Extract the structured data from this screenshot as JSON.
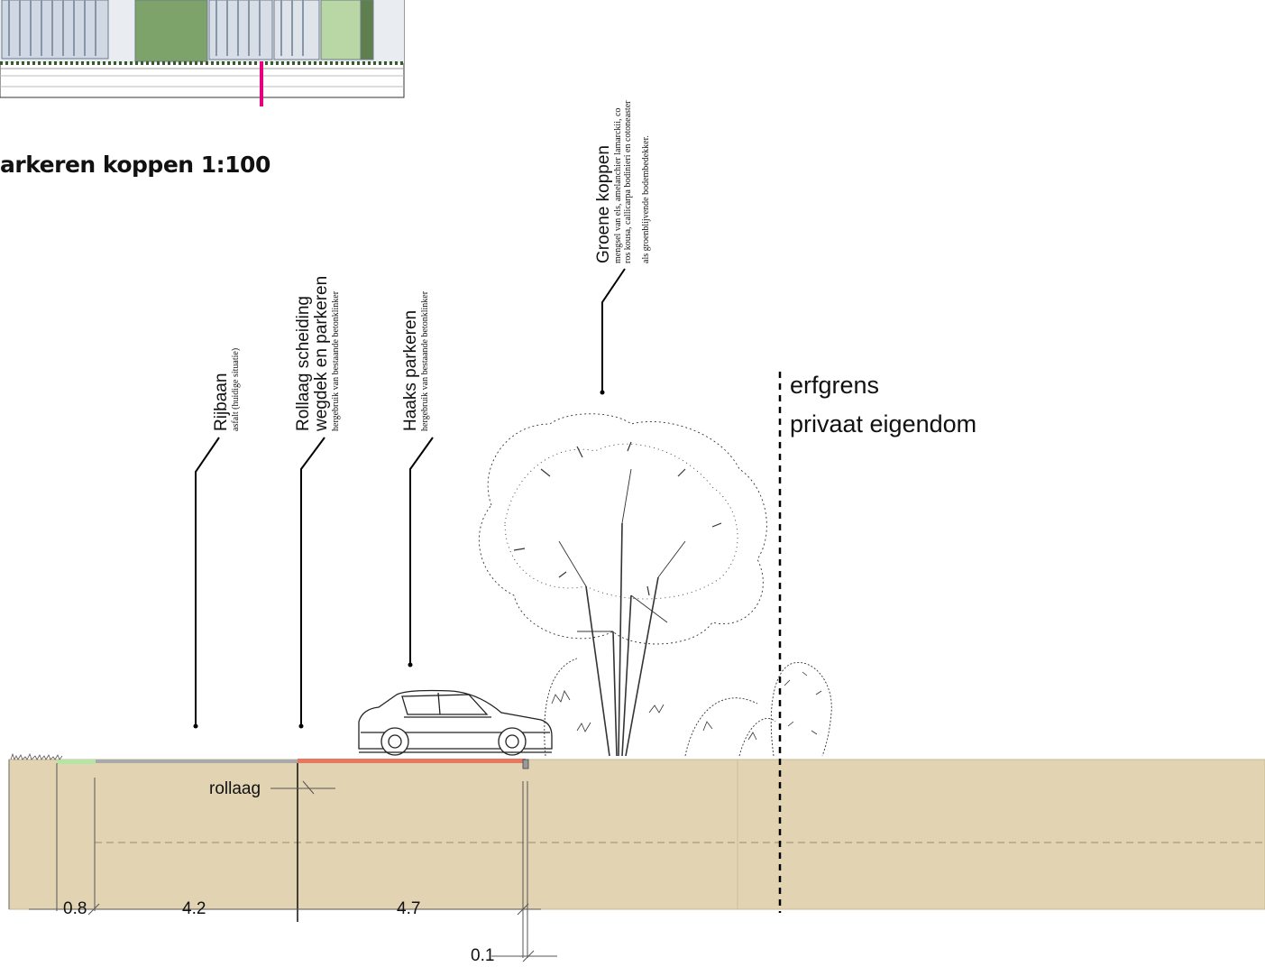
{
  "title": "arkeren koppen 1:100",
  "labels": {
    "rijbaan": {
      "main": "Rijbaan",
      "sub": "asfalt (huidige situatie)"
    },
    "rollaag": {
      "main1": "Rollaag scheiding",
      "main2": "wegdek en parkeren",
      "sub": "hergebruik van bestaande betonklinker"
    },
    "haaks": {
      "main": "Haaks parkeren",
      "sub": "hergebruik van bestaande betonklinker"
    },
    "groene": {
      "main": "Groene koppen",
      "sub1": "mengsel van els, amelanchier lamarckii, co",
      "sub2": "ros kousa, callicarpa bodinieri en cotoneaster",
      "sub3": "als groenblijvende bodembedekker."
    }
  },
  "erfgrens": "erfgrens",
  "privaat": "privaat eigendom",
  "rollaag_label": "rollaag",
  "dimensions": {
    "d1": "0.8",
    "d2": "4.2",
    "d3": "4.7",
    "d4": "0.1"
  },
  "colors": {
    "ground": "#e2d3b3",
    "asphalt": "#a9a9a9",
    "paving": "#e8775f",
    "verge": "#b6e3a6",
    "leader": "#000000",
    "magenta": "#e6007e"
  }
}
